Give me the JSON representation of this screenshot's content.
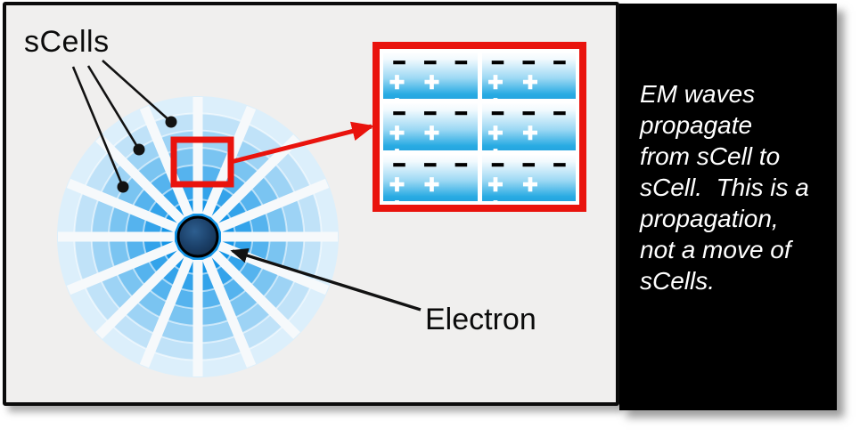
{
  "labels": {
    "scells": "sCells",
    "electron": "Electron"
  },
  "note": {
    "lines": [
      "EM waves",
      "propagate",
      "from sCell to",
      "sCell.  This is a",
      "propagation,",
      "not a move of",
      "sCells."
    ]
  },
  "inset": {
    "rows": 3,
    "cols": 2,
    "minus_row": "− − −",
    "plus_row": "+ + +"
  },
  "wheel": {
    "sectors": 16,
    "rings": 7,
    "inner_radius": 42,
    "outer_radius": 158,
    "ring_colors_inner_to_outer": [
      "#1495e7",
      "#33a3ea",
      "#55b3ee",
      "#7ac4f1",
      "#9dd3f5",
      "#c0e2f8",
      "#dceffb"
    ],
    "separator_color": "rgba(255,255,255,0.55)",
    "spoke_color": "#f6f9fb"
  },
  "colors": {
    "accent_red": "#e9130d",
    "panel_bg": "#f0efee",
    "note_bg": "#000000",
    "note_text": "#ffffff",
    "cell_bottom": "#29abe3",
    "electron_fill": "#1b4069",
    "line_color": "#121212"
  }
}
